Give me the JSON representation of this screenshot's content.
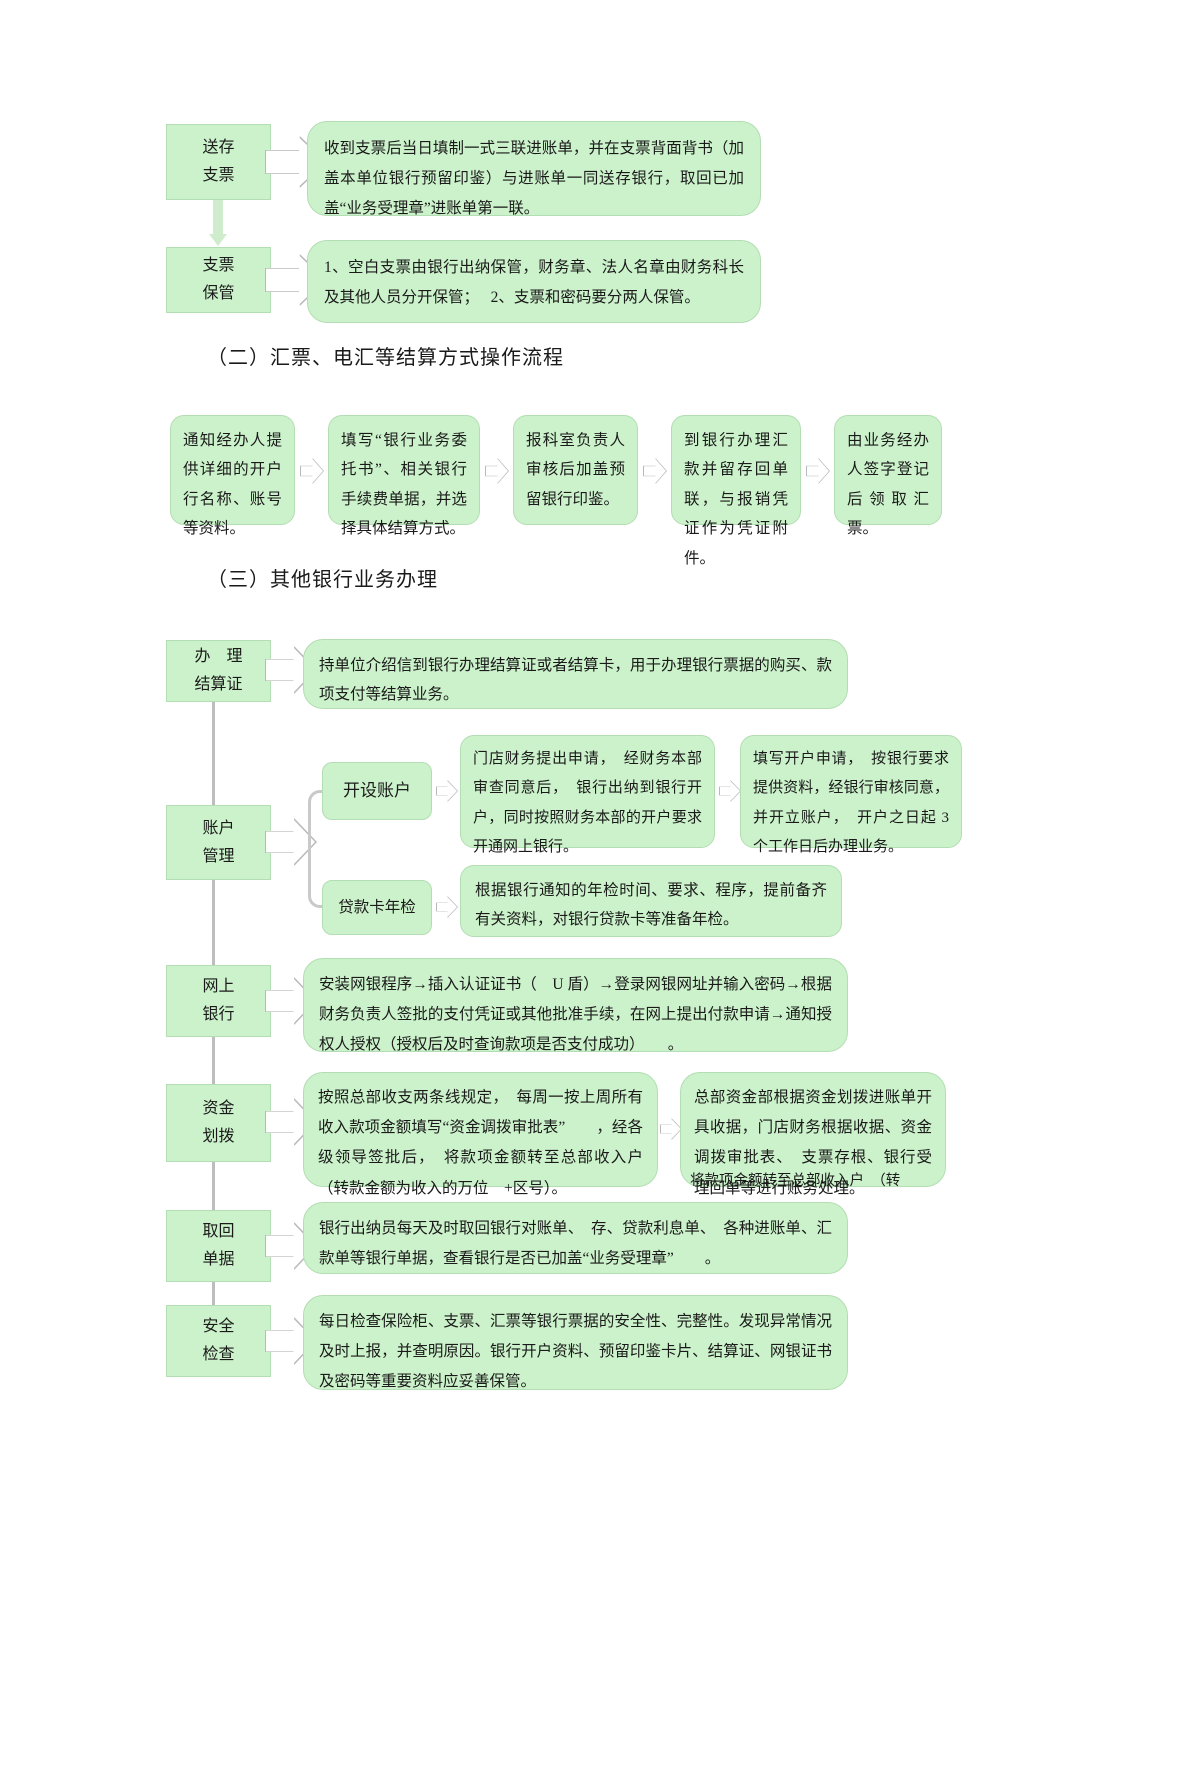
{
  "document": {
    "section2_heading": "（二）汇票、电汇等结算方式操作流程",
    "section3_heading": "（三）其他银行业务办理"
  },
  "section1_rows": [
    {
      "label": "送存\n支票",
      "text": "收到支票后当日填制一式三联进账单，并在支票背面背书（加盖本单位银行预留印鉴）与进账单一同送存银行，取回已加盖“业务受理章”进账单第一联。"
    },
    {
      "label": "支票\n保管",
      "text": "1、空白支票由银行出纳保管，财务章、法人名章由财务科长及其他人员分开保管；   2、支票和密码要分两人保管。"
    }
  ],
  "section2_steps": [
    {
      "text": "通知经办人提供详细的开户行名称、账号等资料。"
    },
    {
      "text": "填写“银行业务委托书”、相关银行手续费单据，并选择具体结算方式。"
    },
    {
      "text": "报科室负责人审核后加盖预留银行印鉴。"
    },
    {
      "text": "到银行办理汇款并留存回单联，与报销凭证作为凭证附件。"
    },
    {
      "text": "由业务经办人签字登记后领取汇票。"
    }
  ],
  "section3_rows": {
    "settlement_cert": {
      "label": "办　理\n结算证",
      "text": "持单位介绍信到银行办理结算证或者结算卡，用于办理银行票据的购买、款项支付等结算业务。"
    },
    "account_mgmt": {
      "label": "账户\n管理",
      "branches": [
        {
          "label": "开设账户",
          "text": "门店财务提出申请，　经财务本部审查同意后，　银行出纳到银行开户，同时按照财务本部的开户要求开通网上银行。",
          "text2": "填写开户申请，　按银行要求提供资料，经银行审核同意，并开立账户，　开户之日起 3 个工作日后办理业务。"
        },
        {
          "label": "贷款卡年检",
          "text": "根据银行通知的年检时间、要求、程序，提前备齐有关资料，对银行贷款卡等准备年检。"
        }
      ]
    },
    "online_bank": {
      "label": "网上\n银行",
      "text": "安装网银程序→插入认证证书（　U 盾）→登录网银网址并输入密码→根据财务负责人签批的支付凭证或其他批准手续，在网上提出付款申请→通知授权人授权（授权后及时查询款项是否支付成功）　　。"
    },
    "fund_transfer": {
      "label": "资金\n划拨",
      "text": "按照总部收支两条线规定，　每周一按上周所有收入款项金额填写“资金调拨审批表”　　，经各级领导签批后，　将款项金额转至总部收入户（转款金额为收入的万位　+区号）。",
      "text2": "总部资金部根据资金划拨进账单开具收据，门店财务根据收据、资金调拨审批表、　支票存根、银行受理回单等进行账务处理。",
      "text2_overflow": "将款项金额转至总部收入户　（转"
    },
    "retrieve_docs": {
      "label": "取回\n单据",
      "text": "银行出纳员每天及时取回银行对账单、　存、贷款利息单、　各种进账单、汇款单等银行单据，查看银行是否已加盖“业务受理章”　　。"
    },
    "safety_check": {
      "label": "安全\n检查",
      "text": "每日检查保险柜、支票、汇票等银行票据的安全性、完整性。发现异常情况及时上报，并查明原因。银行开户资料、预留印鉴卡片、结算证、网银证书及密码等重要资料应妥善保管。"
    }
  },
  "colors": {
    "box_fill": "#ccf2cb",
    "box_border": "#b3ddb2",
    "connector": "#bdbdbd",
    "text": "#1a1a1a"
  }
}
